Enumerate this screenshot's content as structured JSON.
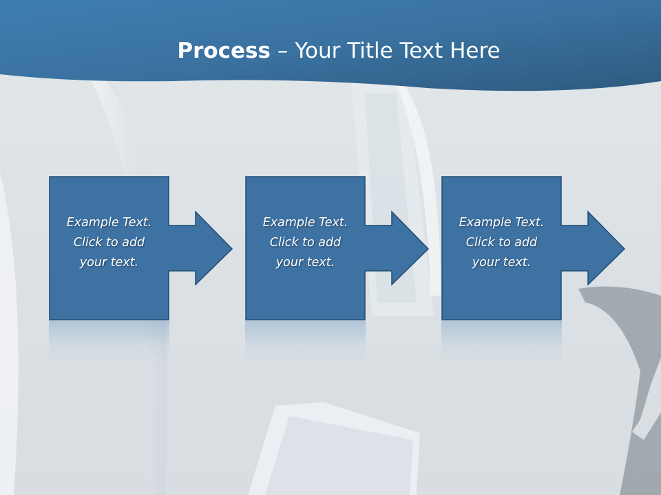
{
  "title": {
    "bold": "Process",
    "rest": " – Your Title Text Here"
  },
  "steps": [
    {
      "line1": "Example Text.",
      "line2": "Click  to add",
      "line3": "your text."
    },
    {
      "line1": "Example Text.",
      "line2": "Click  to add",
      "line3": "your text."
    },
    {
      "line1": "Example Text.",
      "line2": "Click  to add",
      "line3": "your text."
    }
  ],
  "colors": {
    "header_dark": "#2e5a80",
    "header_light": "#4a86b6",
    "box_fill": "#3e72a3",
    "box_border": "#1f4a72",
    "text": "#ffffff"
  },
  "icons": {
    "connector": "right-arrow-icon"
  }
}
